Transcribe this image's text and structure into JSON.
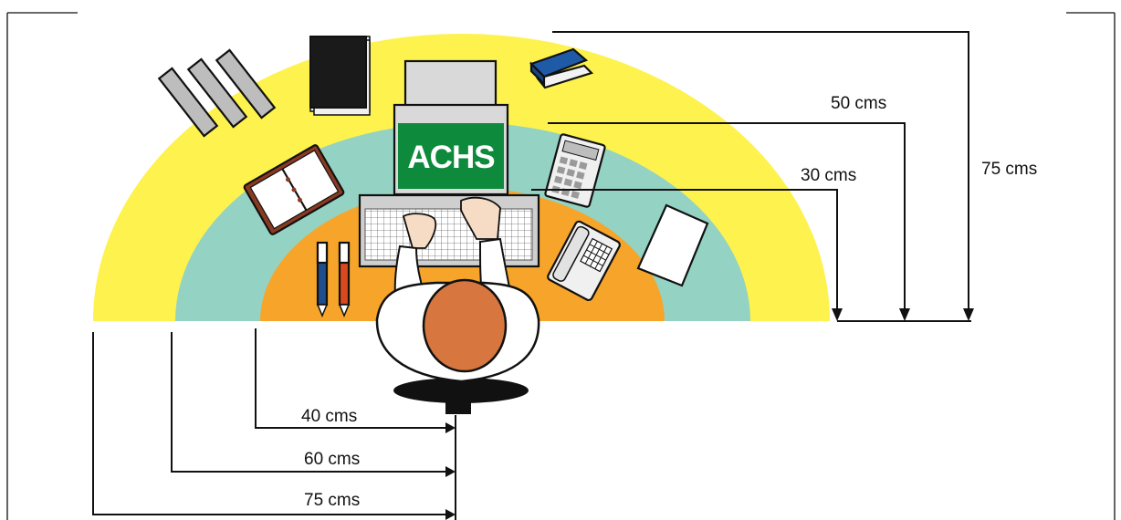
{
  "labels": {
    "top_right_50": "50 cms",
    "top_right_30": "30 cms",
    "top_right_75": "75 cms",
    "bottom_40": "40 cms",
    "bottom_60": "60 cms",
    "bottom_75": "75 cms"
  },
  "monitor_logo": "ACHS",
  "colors": {
    "outer_zone": "#fef24e",
    "middle_zone": "#94d2c3",
    "inner_zone": "#f6a52a",
    "logo_bg": "#0e8a3c",
    "stapler": "#1f5aa6",
    "person_hair": "#d7773f",
    "agenda": "#8b3a22"
  }
}
